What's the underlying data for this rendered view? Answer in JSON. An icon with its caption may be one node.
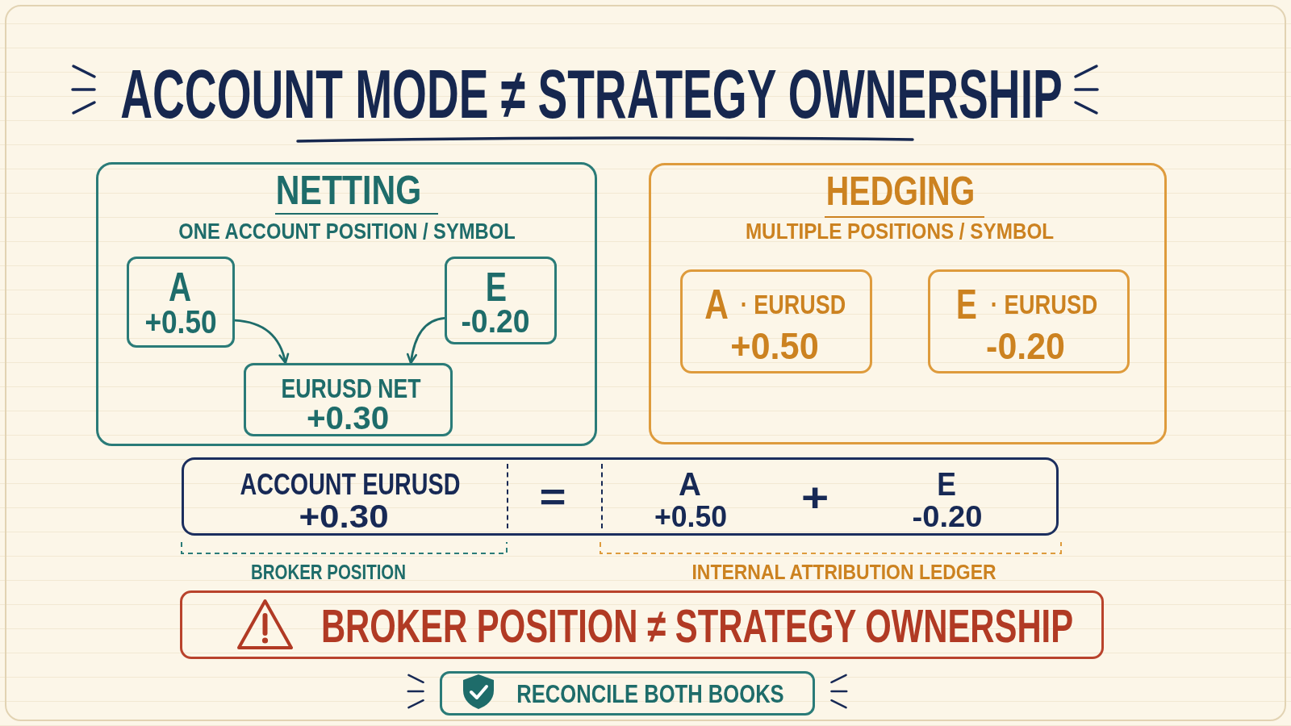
{
  "diagram": {
    "title": "ACCOUNT MODE ≠ STRATEGY OWNERSHIP",
    "nodes": [
      {
        "text": [
          "NETTING",
          "ONE ACCOUNT POSITION / SYMBOL"
        ]
      },
      {
        "text": [
          "A",
          "+0.50"
        ],
        "in": 0
      },
      {
        "text": [
          "E",
          "-0.20"
        ],
        "in": 0
      },
      {
        "text": [
          "EURUSD NET",
          "+0.30"
        ],
        "in": 0
      },
      {
        "text": [
          "HEDGING",
          "MULTIPLE POSITIONS / SYMBOL"
        ]
      },
      {
        "text": [
          "A",
          "· EURUSD",
          "+0.50"
        ],
        "in": 4
      },
      {
        "text": [
          "E",
          "· EURUSD",
          "-0.20"
        ],
        "in": 4
      },
      {
        "text": [
          "ACCOUNT EURUSD",
          "+0.30",
          "=",
          "A",
          "+0.50",
          "+",
          "E",
          "-0.20"
        ]
      },
      {
        "text": [
          "BROKER POSITION ≠ STRATEGY OWNERSHIP"
        ]
      },
      {
        "text": [
          "RECONCILE BOTH BOOKS"
        ]
      }
    ],
    "edges": [
      {
        "from": 1,
        "to": 3,
        "arrow": "to"
      },
      {
        "from": 2,
        "to": 3,
        "arrow": "to"
      }
    ],
    "labels": [
      "BROKER POSITION",
      "INTERNAL ATTRIBUTION LEDGER"
    ]
  }
}
